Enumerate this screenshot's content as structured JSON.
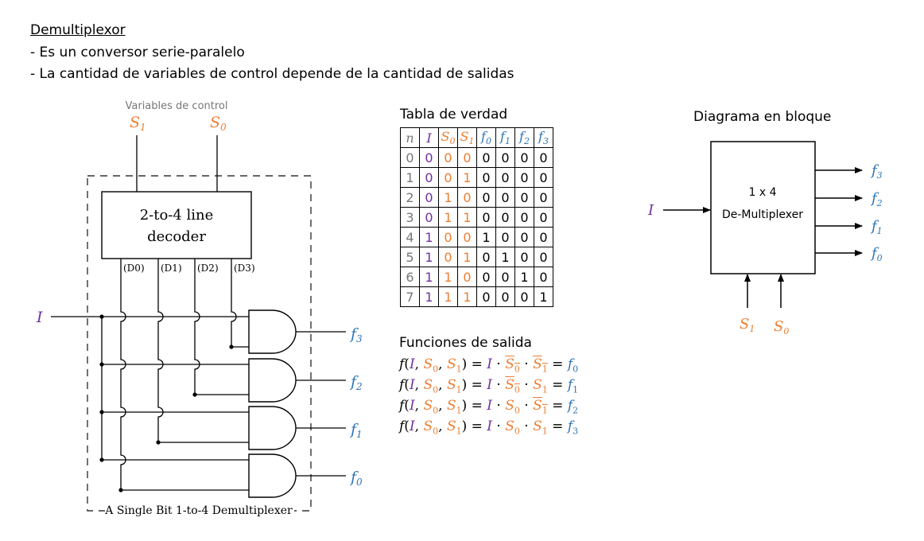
{
  "header": {
    "title": "Demultiplexor",
    "bullets": [
      "- Es un conversor serie-paralelo",
      "- La cantidad de variables de control depende de la cantidad de salidas"
    ]
  },
  "circuit": {
    "control_label": "Variables de control",
    "s1": "S",
    "s1_sub": "1",
    "s0": "S",
    "s0_sub": "0",
    "decoder_line1": "2-to-4 line",
    "decoder_line2": "decoder",
    "decoder_outputs": [
      "(D0)",
      "(D1)",
      "(D2)",
      "(D3)"
    ],
    "input": "I",
    "outputs": [
      {
        "name": "f",
        "sub": "3"
      },
      {
        "name": "f",
        "sub": "2"
      },
      {
        "name": "f",
        "sub": "1"
      },
      {
        "name": "f",
        "sub": "0"
      }
    ],
    "caption": "A Single Bit 1-to-4 Demultiplexer"
  },
  "truth_table": {
    "title": "Tabla de verdad",
    "headers": [
      {
        "t": "n",
        "sub": "",
        "c": "c-n"
      },
      {
        "t": "I",
        "sub": "",
        "c": "c-i"
      },
      {
        "t": "S",
        "sub": "0",
        "c": "c-s"
      },
      {
        "t": "S",
        "sub": "1",
        "c": "c-s"
      },
      {
        "t": "f",
        "sub": "0",
        "c": "c-f"
      },
      {
        "t": "f",
        "sub": "1",
        "c": "c-f"
      },
      {
        "t": "f",
        "sub": "2",
        "c": "c-f"
      },
      {
        "t": "f",
        "sub": "3",
        "c": "c-f"
      }
    ],
    "rows": [
      [
        "0",
        "0",
        "0",
        "0",
        "0",
        "0",
        "0",
        "0"
      ],
      [
        "1",
        "0",
        "0",
        "1",
        "0",
        "0",
        "0",
        "0"
      ],
      [
        "2",
        "0",
        "1",
        "0",
        "0",
        "0",
        "0",
        "0"
      ],
      [
        "3",
        "0",
        "1",
        "1",
        "0",
        "0",
        "0",
        "0"
      ],
      [
        "4",
        "1",
        "0",
        "0",
        "1",
        "0",
        "0",
        "0"
      ],
      [
        "5",
        "1",
        "0",
        "1",
        "0",
        "1",
        "0",
        "0"
      ],
      [
        "6",
        "1",
        "1",
        "0",
        "0",
        "0",
        "1",
        "0"
      ],
      [
        "7",
        "1",
        "1",
        "1",
        "0",
        "0",
        "0",
        "1"
      ]
    ],
    "col_colors": [
      "c-n",
      "c-i",
      "c-s",
      "c-s",
      "c-k",
      "c-k",
      "c-k",
      "c-k"
    ]
  },
  "functions": {
    "title": "Funciones de salida",
    "lines": [
      {
        "s0_bar": true,
        "s1_bar": true,
        "out": "0"
      },
      {
        "s0_bar": true,
        "s1_bar": false,
        "out": "1"
      },
      {
        "s0_bar": false,
        "s1_bar": true,
        "out": "2"
      },
      {
        "s0_bar": false,
        "s1_bar": false,
        "out": "3"
      }
    ]
  },
  "block": {
    "title": "Diagrama en bloque",
    "line1": "1 x 4",
    "line2": "De-Multiplexer",
    "input": "I",
    "outputs": [
      {
        "name": "f",
        "sub": "3"
      },
      {
        "name": "f",
        "sub": "2"
      },
      {
        "name": "f",
        "sub": "1"
      },
      {
        "name": "f",
        "sub": "0"
      }
    ],
    "controls": [
      {
        "name": "S",
        "sub": "1"
      },
      {
        "name": "S",
        "sub": "0"
      }
    ]
  },
  "colors": {
    "input": "#7030a0",
    "select": "#ed7d31",
    "output": "#2e75b6",
    "index": "#777777"
  }
}
